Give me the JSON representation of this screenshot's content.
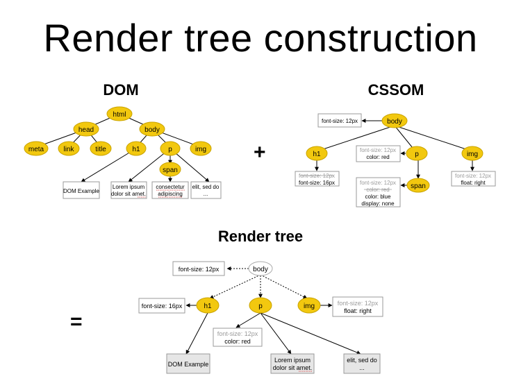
{
  "title": "Render tree construction",
  "dom": {
    "heading": "DOM",
    "nodes": {
      "html": "html",
      "head": "head",
      "body": "body",
      "meta": "meta",
      "link": "link",
      "title": "title",
      "h1": "h1",
      "p": "p",
      "img": "img",
      "span": "span"
    },
    "texts": {
      "dom_example": "DOM Example",
      "lorem_1": "Lorem ipsum",
      "lorem_2": "dolor sit amet.",
      "consectetur_1": "consectetur",
      "consectetur_2": "adipiscing",
      "elit_1": "elit, sed do",
      "elit_2": "..."
    }
  },
  "plus": "+",
  "cssom": {
    "heading": "CSSOM",
    "nodes": {
      "body": "body",
      "h1": "h1",
      "p": "p",
      "img": "img",
      "span": "span"
    },
    "rules": {
      "body_fs": "font-size: 12px",
      "h1_fs_old": "font-size: 12px",
      "h1_fs": "font-size: 16px",
      "p_fs": "font-size: 12px",
      "p_color": "color: red",
      "img_fs": "font-size: 12px",
      "img_float": "float: right",
      "span_fs": "font-size: 12px",
      "span_color_old": "color: red",
      "span_color": "color: blue",
      "span_display": "display: none"
    }
  },
  "render": {
    "heading": "Render tree",
    "equals": "=",
    "nodes": {
      "body": "body",
      "h1": "h1",
      "p": "p",
      "img": "img"
    },
    "rules": {
      "body_fs": "font-size: 12px",
      "h1_fs": "font-size: 16px",
      "p_fs": "font-size: 12px",
      "p_color": "color: red",
      "img_fs": "font-size: 12px",
      "img_float": "float: right"
    },
    "texts": {
      "dom_example": "DOM Example",
      "lorem_1": "Lorem ipsum",
      "lorem_2": "dolor sit amet.",
      "elit_1": "elit, sed do",
      "elit_2": "..."
    }
  },
  "colors": {
    "node_fill": "#f2c80f",
    "node_stroke": "#c9a300",
    "box_stroke": "#999999",
    "leaf_fill": "#e6e6e6",
    "muted_text": "#9a9a9a",
    "misspell_underline": "#d63030"
  }
}
